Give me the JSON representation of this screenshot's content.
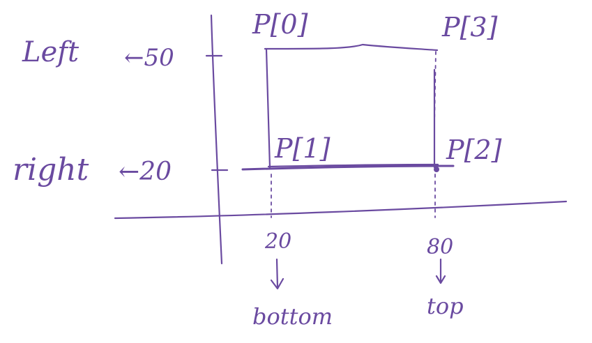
{
  "labels": {
    "left_word": "Left",
    "left_value": "←50",
    "right_word": "right",
    "right_value": "←20",
    "p0": "P[0]",
    "p1": "P[1]",
    "p2": "P[2]",
    "p3": "P[3]",
    "x_20": "20",
    "x_80": "80",
    "bottom": "bottom",
    "top": "top"
  },
  "colors": {
    "ink": "#6a4aa0",
    "background": "#ffffff"
  }
}
